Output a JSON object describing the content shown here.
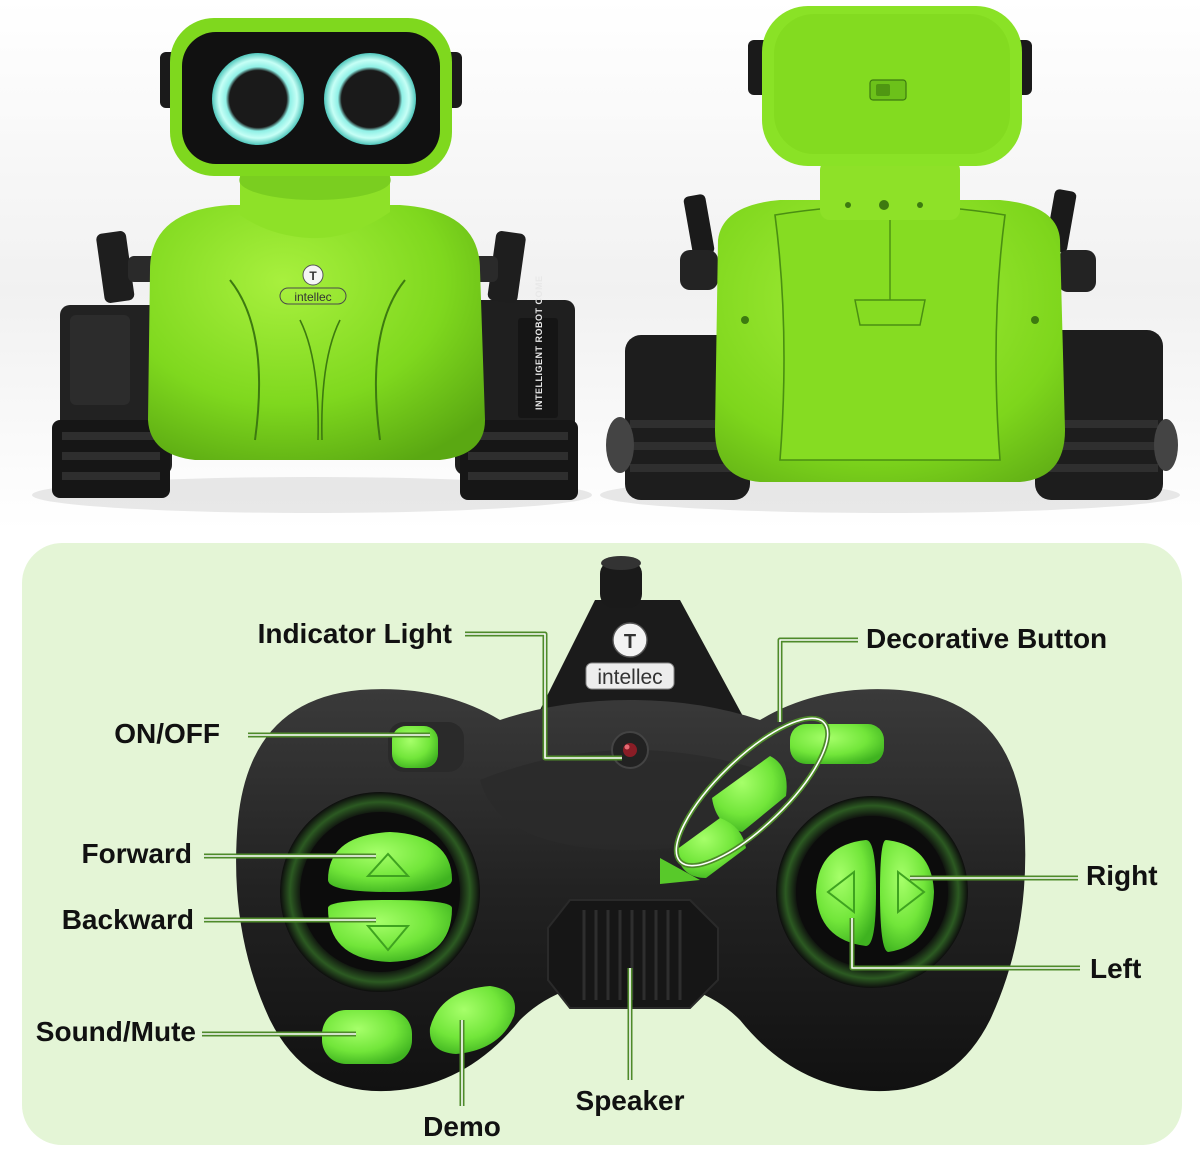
{
  "brand": {
    "name": "intellec",
    "robot_side_text": "INTELLIGENT ROBOT COME"
  },
  "colors": {
    "robot_green": "#7fd81e",
    "track_black": "#1c1c1c",
    "panel_background": "#e4f5d6",
    "callout_green": "#4e8a2a",
    "button_green": "#72e63a"
  },
  "remote_labels": {
    "indicator_light": "Indicator Light",
    "decorative_button": "Decorative Button",
    "on_off": "ON/OFF",
    "forward": "Forward",
    "backward": "Backward",
    "right": "Right",
    "left": "Left",
    "sound_mute": "Sound/Mute",
    "speaker": "Speaker",
    "demo": "Demo"
  }
}
